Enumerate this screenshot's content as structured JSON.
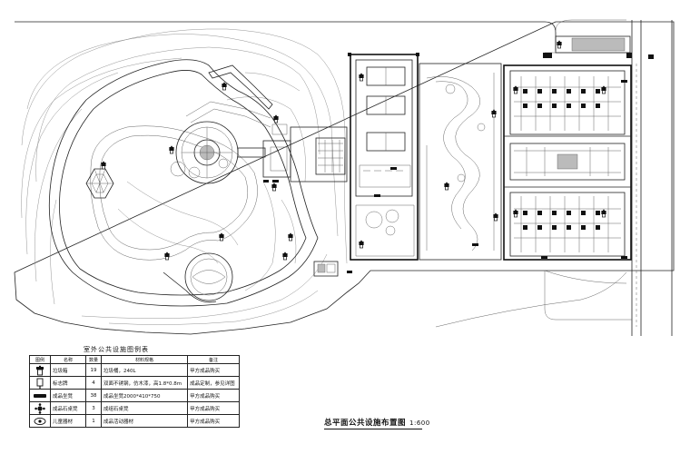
{
  "plan": {
    "title": "总平面公共设施布置图",
    "scale": "1:600"
  },
  "legend": {
    "title": "室外公共设施图例表",
    "headers": [
      "图例",
      "名称",
      "数量",
      "材料规格",
      "备注"
    ],
    "rows": [
      {
        "icon": "trash-bin-icon",
        "name": "垃圾箱",
        "qty": "19",
        "spec": "垃圾桶，240L",
        "note": "甲方成品购买"
      },
      {
        "icon": "signboard-icon",
        "name": "标志牌",
        "qty": "4",
        "spec": "双面不锈钢，仿木漆，高1.8*0.8m",
        "note": "成品定制，参见详图"
      },
      {
        "icon": "bench-icon",
        "name": "成品坐凳",
        "qty": "38",
        "spec": "成品坐凳2000*410*750",
        "note": "甲方成品购买"
      },
      {
        "icon": "stone-table-icon",
        "name": "成品石桌凳",
        "qty": "3",
        "spec": "成组石桌凳",
        "note": "甲方成品购买"
      },
      {
        "icon": "play-equipment-icon",
        "name": "儿童器材",
        "qty": "1",
        "spec": "成品活动器材",
        "note": "甲方成品购买"
      }
    ]
  }
}
